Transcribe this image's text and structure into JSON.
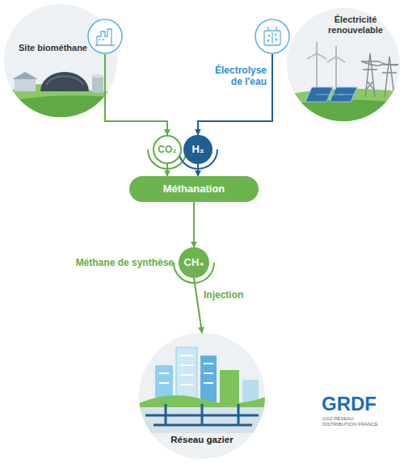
{
  "diagram": {
    "nodes": [
      {
        "text": [
          "Site biométhane"
        ]
      },
      {
        "text": [
          "Électricité renouvelable"
        ]
      },
      {
        "text": [
          "CO₂"
        ]
      },
      {
        "text": [
          "H₂"
        ]
      },
      {
        "text": [
          "Méthanation"
        ]
      },
      {
        "text": [
          "CH₄"
        ]
      },
      {
        "text": [
          "Réseau gazier"
        ]
      }
    ],
    "edges": [
      {
        "from": 0,
        "to": 2,
        "arrow": "to"
      },
      {
        "from": 1,
        "to": 3,
        "label": "Électrolyse de l'eau",
        "arrow": "to"
      },
      {
        "from": 2,
        "to": 4,
        "arrow": "to"
      },
      {
        "from": 3,
        "to": 4,
        "arrow": "to"
      },
      {
        "from": 4,
        "to": 5,
        "arrow": "to"
      },
      {
        "from": 5,
        "to": 6,
        "label": "Injection",
        "arrow": "to"
      }
    ],
    "labels": [
      "Méthane de synthèse",
      "GRDF",
      "GAZ RÉSEAU DISTRIBUTION FRANCE"
    ]
  }
}
